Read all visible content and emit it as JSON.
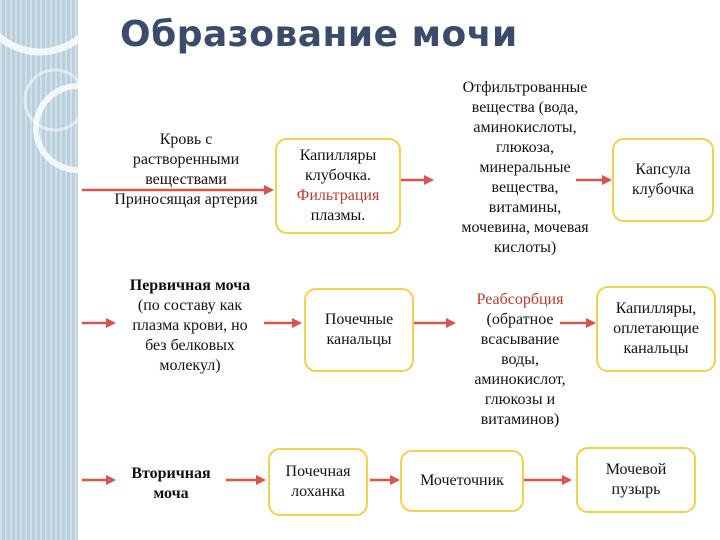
{
  "title": "Образование мочи",
  "colors": {
    "title": "#3b4c6b",
    "box_border": "#f2d24b",
    "arrow": "#d9534f",
    "highlight": "#c0392b",
    "sidebar": "#b9cfdc"
  },
  "row1": {
    "source_line1": "Кровь с",
    "source_line2": "растворенными",
    "source_line3": "веществами",
    "source_line4": "Приносящая артерия",
    "box1_line1": "Капилляры",
    "box1_line2": "клубочка.",
    "box1_highlight": "Фильтрация",
    "box1_line4": "плазмы.",
    "filtered_line1": "Отфильтрованные",
    "filtered_line2": "вещества (вода,",
    "filtered_line3": "аминокислоты,",
    "filtered_line4": "глюкоза,",
    "filtered_line5": "минеральные",
    "filtered_line6": "вещества,",
    "filtered_line7": "витамины,",
    "filtered_line8": "мочевина, мочевая",
    "filtered_line9": "кислоты)",
    "box2_line1": "Капсула",
    "box2_line2": "клубочка"
  },
  "row2": {
    "primary_title": "Первичная моча",
    "primary_line2": "(по составу как",
    "primary_line3": "плазма крови, но",
    "primary_line4": "без белковых",
    "primary_line5": "молекул)",
    "box1_line1": "Почечные",
    "box1_line2": "канальцы",
    "reabs_highlight": "Реабсорбция",
    "reabs_line2": "(обратное",
    "reabs_line3": "всасывание",
    "reabs_line4": "воды,",
    "reabs_line5": "аминокислот,",
    "reabs_line6": "глюкозы и",
    "reabs_line7": "витаминов)",
    "box2_line1": "Капилляры,",
    "box2_line2": "оплетающие",
    "box2_line3": "канальцы"
  },
  "row3": {
    "secondary_line1": "Вторичная",
    "secondary_line2": "моча",
    "box1_line1": "Почечная",
    "box1_line2": "лоханка",
    "box2": "Мочеточник",
    "box3_line1": "Мочевой",
    "box3_line2": "пузырь"
  }
}
